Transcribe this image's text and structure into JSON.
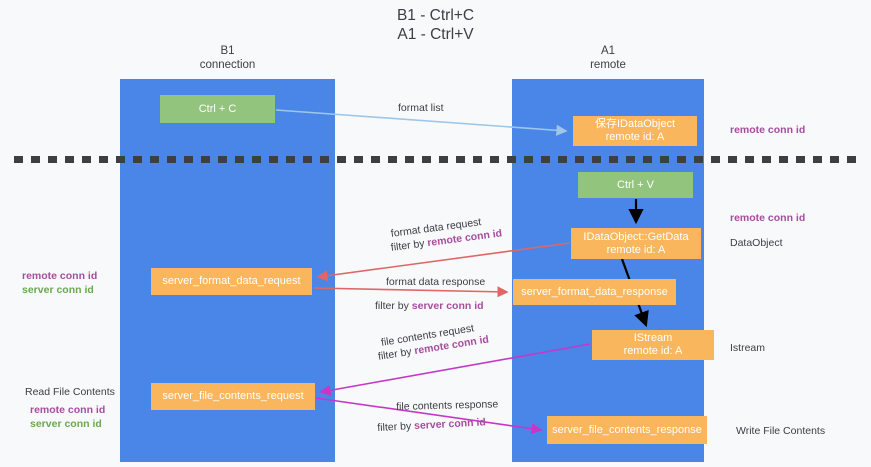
{
  "title": "B1 - Ctrl+C\nA1 - Ctrl+V",
  "lanes": [
    {
      "name": "b1",
      "header": "B1\nconnection"
    },
    {
      "name": "a1",
      "header": "A1\nremote"
    }
  ],
  "nodes": {
    "ctrl_c": "Ctrl + C",
    "save_dataobject": "保存IDataObject\nremote id: A",
    "ctrl_v": "Ctrl + V",
    "getdata": "IDataObject::GetData\nremote id: A",
    "server_format_data_request": "server_format_data_request",
    "server_format_data_response": "server_format_data_response",
    "istream": "IStream\nremote id: A",
    "server_file_contents_request": "server_file_contents_request",
    "server_file_contents_response": "server_file_contents_response"
  },
  "arrow_labels": {
    "format_list": "format list",
    "format_data_request": "format data request",
    "format_data_request_filter_prefix": "filter by ",
    "format_data_request_filter_value": "remote conn id",
    "format_data_response": "format data response",
    "format_data_response_filter_prefix": "filter by ",
    "format_data_response_filter_value": "server conn id",
    "file_contents_request": "file contents request",
    "file_contents_request_filter_prefix": "filter by ",
    "file_contents_request_filter_value": "remote conn id",
    "file_contents_response": "file contents response",
    "file_contents_response_filter_prefix": "filter by ",
    "file_contents_response_filter_value": "server conn id"
  },
  "right_annotations": {
    "top_remote_conn_id": "remote conn id",
    "mid_remote_conn_id": "remote conn id",
    "dataobject": "DataObject",
    "istream": "Istream",
    "write_file_contents": "Write File Contents"
  },
  "left_annotations": {
    "mid_remote_conn_id": "remote conn id",
    "mid_server_conn_id": "server conn id",
    "read_file_contents": "Read File Contents",
    "bottom_remote_conn_id": "remote conn id",
    "bottom_server_conn_id": "server conn id"
  },
  "colors": {
    "lane": "#4a86e8",
    "green_node": "#93c47d",
    "orange_node": "#f9b65d",
    "purple_text": "#a64d9e",
    "green_text": "#6aa84f",
    "blue_arrow": "#9fc5e8",
    "red_arrow": "#e06666",
    "magenta_arrow": "#c737c7",
    "black_arrow": "#000000",
    "background": "#f8f9fa"
  }
}
